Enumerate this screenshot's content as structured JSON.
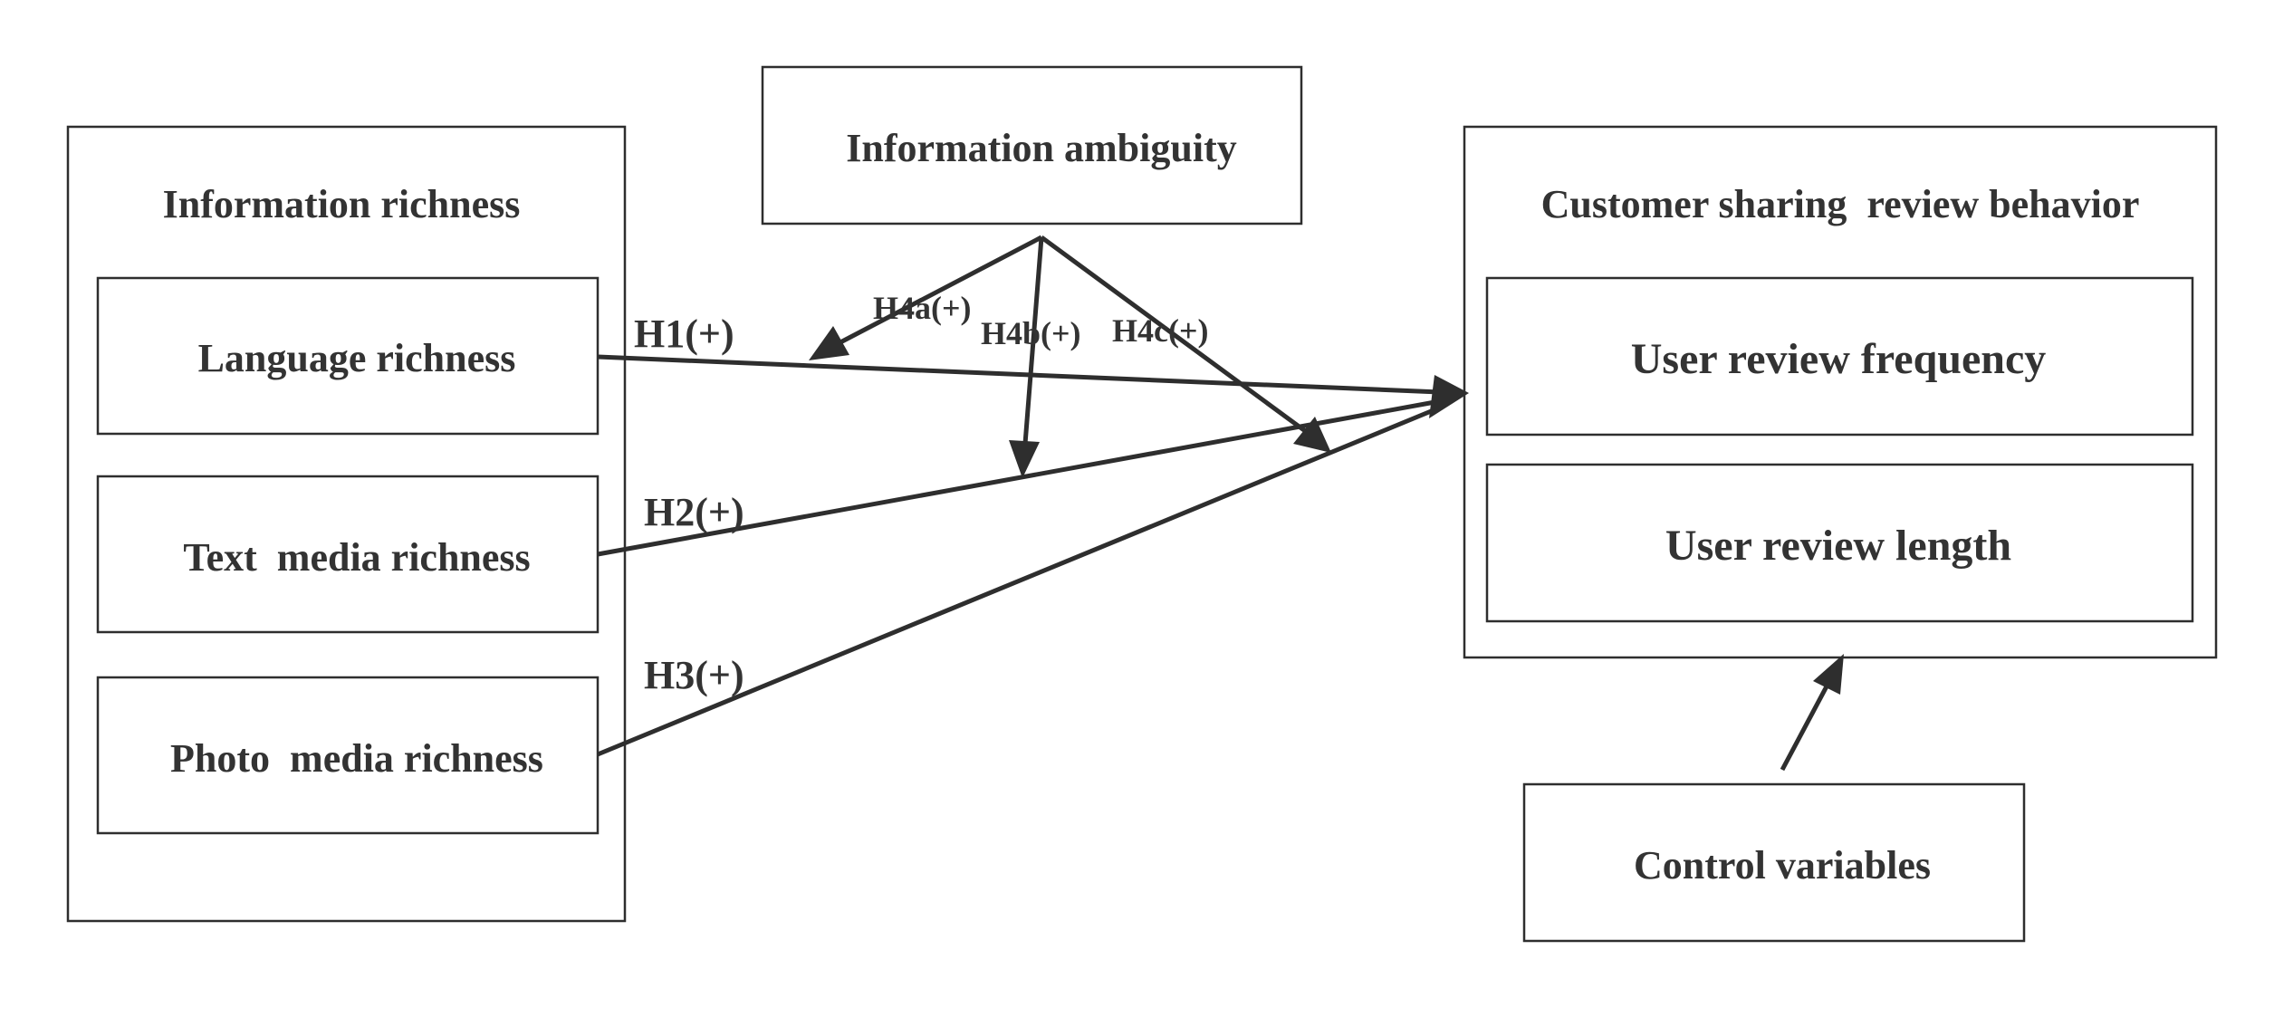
{
  "groups": {
    "information_richness": {
      "title": "Information richness"
    },
    "information_ambiguity": {
      "title": "Information ambiguity"
    },
    "customer_behavior": {
      "title": "Customer sharing  review behavior"
    },
    "control_variables": {
      "title": "Control variables"
    }
  },
  "nodes": {
    "language_richness": "Language richness",
    "text_media_richness": "Text  media richness",
    "photo_media_richness": "Photo  media richness",
    "user_review_frequency": "User review frequency",
    "user_review_length": "User review length"
  },
  "hypotheses": {
    "h1": "H1(+)",
    "h2": "H2(+)",
    "h3": "H3(+)",
    "h4a": "H4a(+)",
    "h4b": "H4b(+)",
    "h4c": "H4c(+)"
  },
  "colors": {
    "stroke": "#2e2e2e",
    "text": "#333333",
    "background": "#ffffff"
  }
}
